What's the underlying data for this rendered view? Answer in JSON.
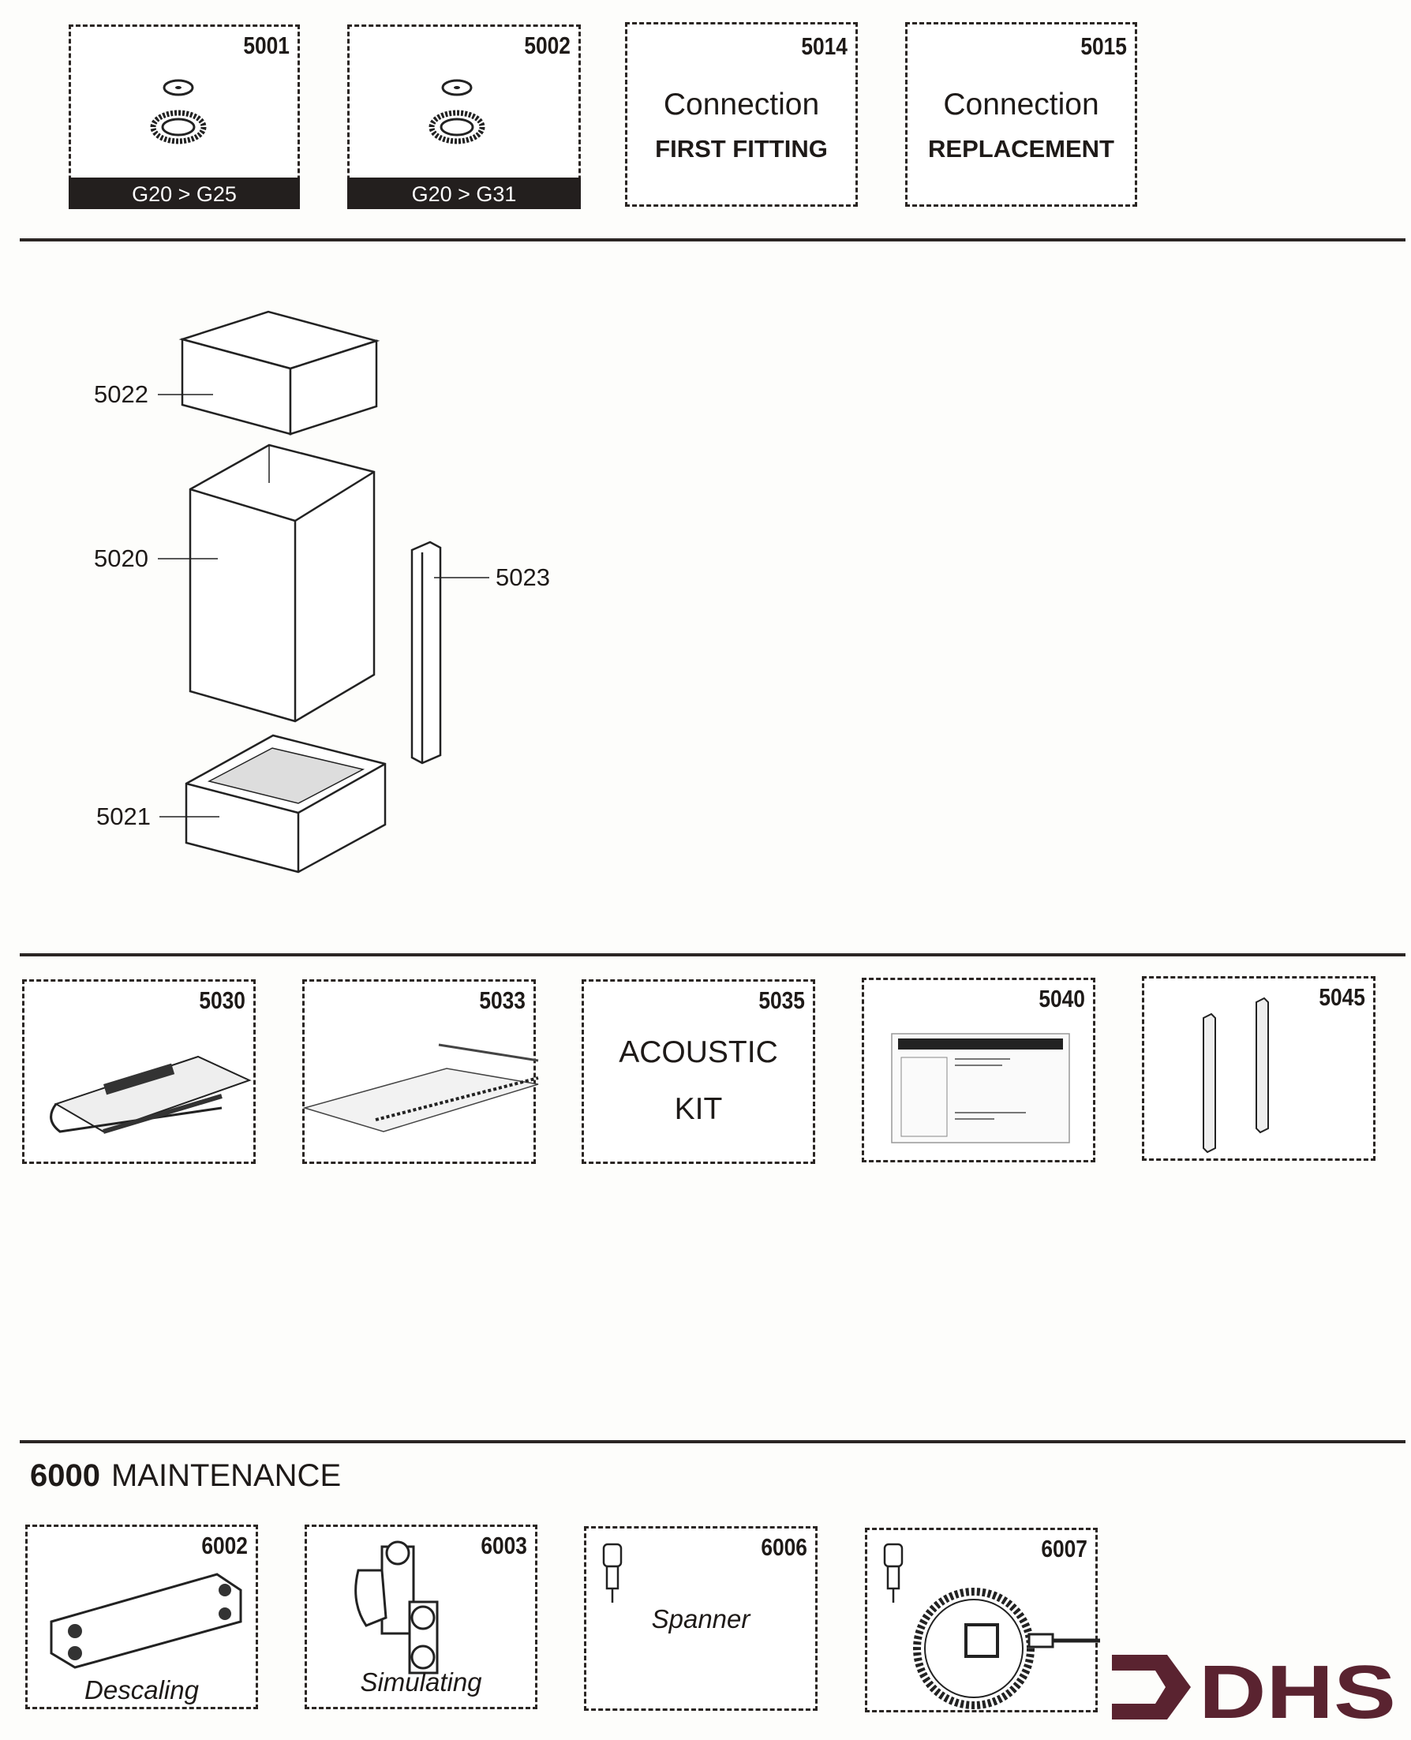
{
  "kits_row1": [
    {
      "ref": "5001",
      "bar": "G20 > G25"
    },
    {
      "ref": "5002",
      "bar": "G20 > G31"
    },
    {
      "ref": "5014",
      "title": "Connection",
      "subtitle": "FIRST FITTING"
    },
    {
      "ref": "5015",
      "title": "Connection",
      "subtitle": "REPLACEMENT"
    }
  ],
  "casing_parts": {
    "top": "5022",
    "body": "5020",
    "base": "5021",
    "strip": "5023"
  },
  "kits_row3": [
    {
      "ref": "5030"
    },
    {
      "ref": "5033"
    },
    {
      "ref": "5035",
      "line1": "ACOUSTIC",
      "line2": "KIT"
    },
    {
      "ref": "5040"
    },
    {
      "ref": "5045"
    }
  ],
  "maintenance": {
    "code": "6000",
    "title": "MAINTENANCE",
    "items": [
      {
        "ref": "6002",
        "caption": "Descaling"
      },
      {
        "ref": "6003",
        "caption": "Simulating"
      },
      {
        "ref": "6006",
        "caption": "Spanner"
      },
      {
        "ref": "6007"
      }
    ]
  },
  "logo": {
    "text": "DHS",
    "color": "#5a2330"
  }
}
